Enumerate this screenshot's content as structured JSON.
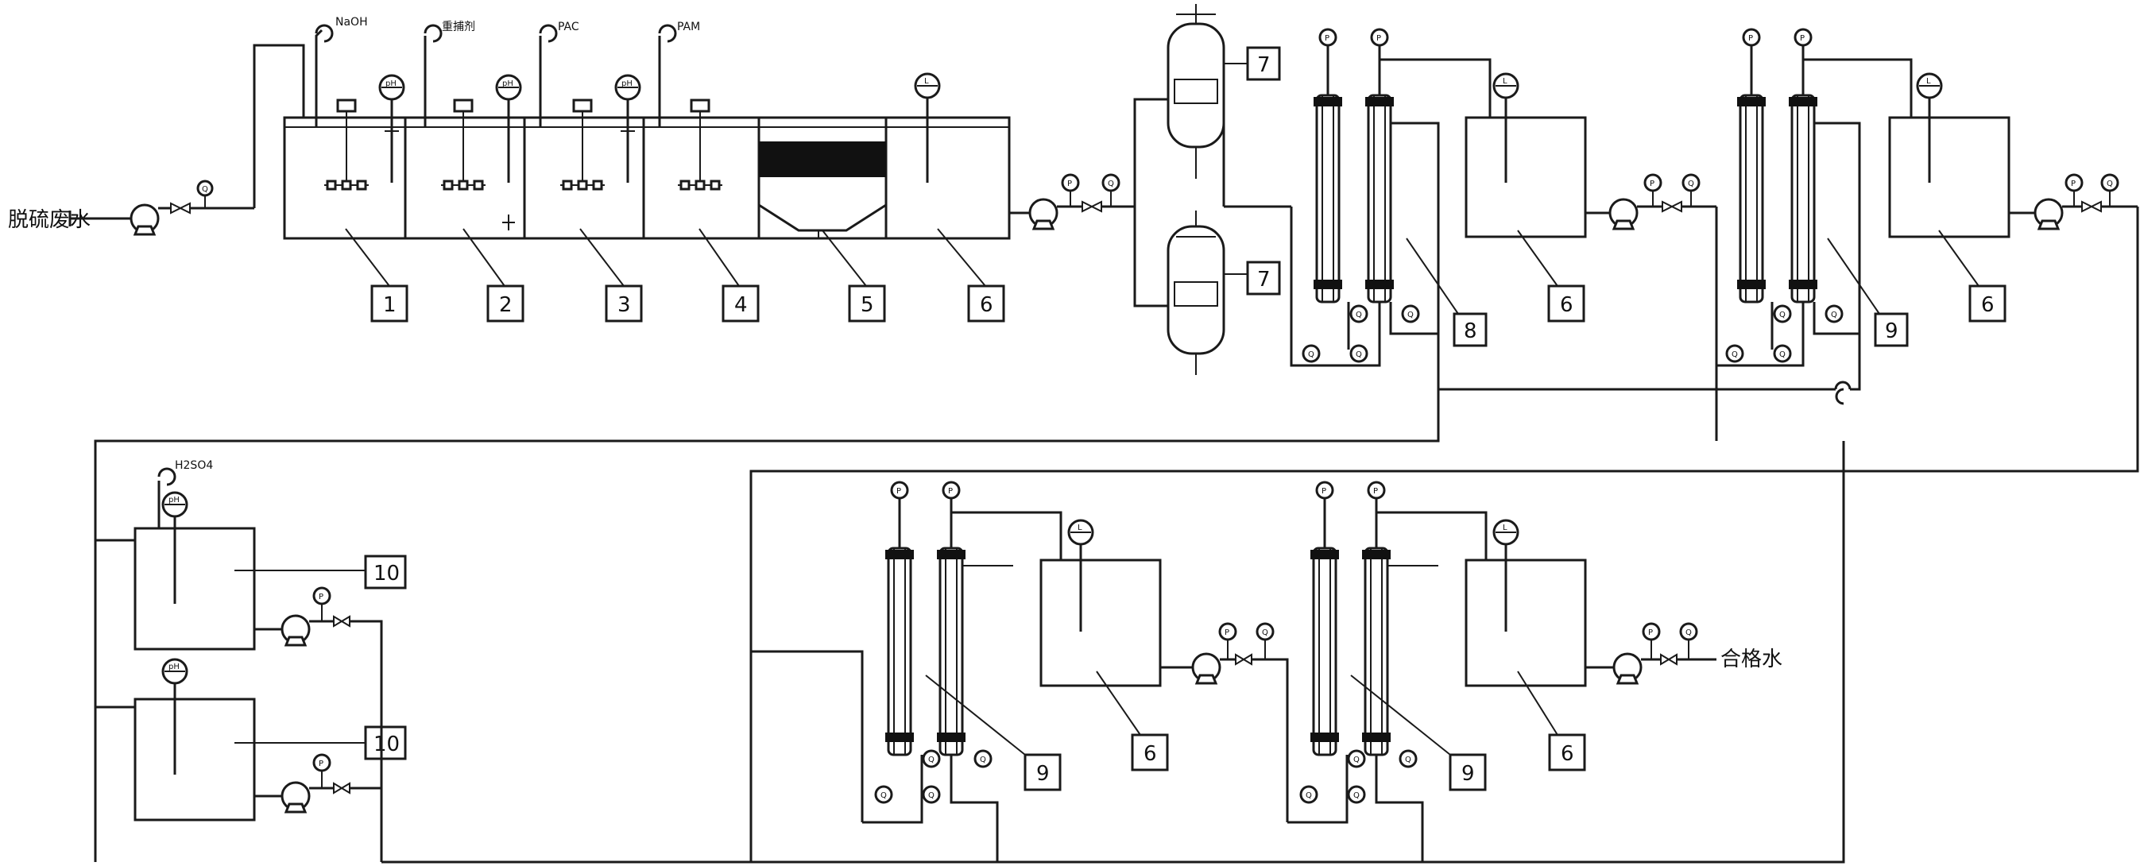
{
  "inlet_label": "脱硫废水",
  "outlet_label": "合格水",
  "chemicals": {
    "naoh": "NaOH",
    "chelator": "重捕剂",
    "pac": "PAC",
    "pam": "PAM",
    "h2so4": "H2SO4"
  },
  "unit_tags": {
    "t1": "1",
    "t2": "2",
    "t3": "3",
    "t4": "4",
    "t5": "5",
    "t6a": "6",
    "t7a": "7",
    "t7b": "7",
    "t8": "8",
    "t6b": "6",
    "t9a": "9",
    "t6c": "6",
    "t10a": "10",
    "t10b": "10",
    "t9b": "9",
    "t6d": "6",
    "t9c": "9",
    "t6e": "6"
  },
  "instrument_symbols": {
    "pressure": "P",
    "flow": "Q",
    "level": "L",
    "ph": "pH"
  }
}
